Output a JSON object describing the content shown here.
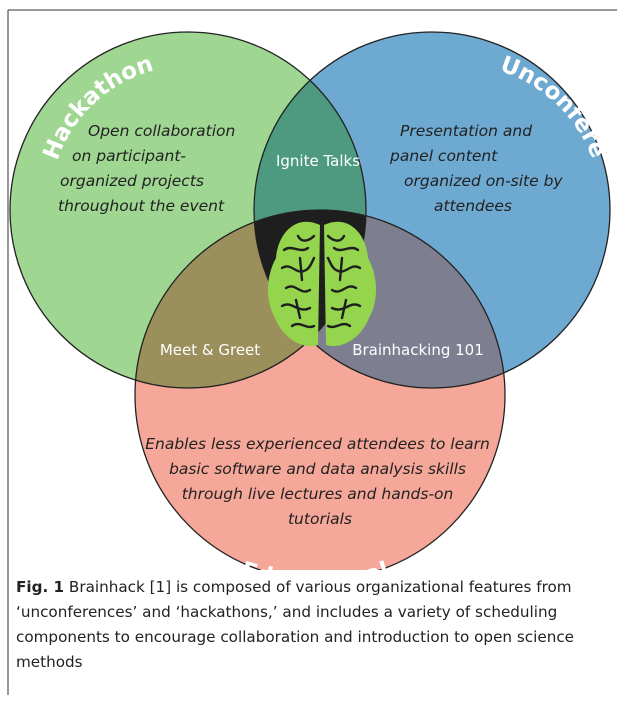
{
  "diagram": {
    "circles": {
      "hackathon": {
        "label": "Hackathon",
        "color": "#9fd691",
        "description": [
          "Open collaboration",
          "on participant-",
          "organized projects",
          "throughout the event"
        ]
      },
      "unconference": {
        "label": "Unconference",
        "color": "#6ea9d1",
        "description": [
          "Presentation and",
          "panel content",
          "organized on-site by",
          "attendees"
        ]
      },
      "educational": {
        "label": "Educational",
        "color": "#f5a899",
        "description": [
          "Enables less experienced attendees to learn",
          "basic software and data analysis skills",
          "through live lectures and hands-on",
          "tutorials"
        ]
      }
    },
    "overlaps": {
      "hackathon_unconference": {
        "label": "Ignite Talks",
        "color": "#4d9a80"
      },
      "hackathon_educational": {
        "label": "Meet & Greet",
        "color": "#9b8f5c"
      },
      "unconference_educational": {
        "label": "Brainhacking 101",
        "color": "#7d7f90"
      },
      "center": {
        "color": "#1e1e1e",
        "icon": "brain-icon",
        "icon_color": "#94d54d"
      }
    }
  },
  "caption": {
    "label": "Fig. 1",
    "text": "Brainhack [1] is composed of various organizational features from ‘unconferences’ and ‘hackathons,’ and includes a variety of scheduling components to encourage collaboration and introduction to open science methods"
  }
}
